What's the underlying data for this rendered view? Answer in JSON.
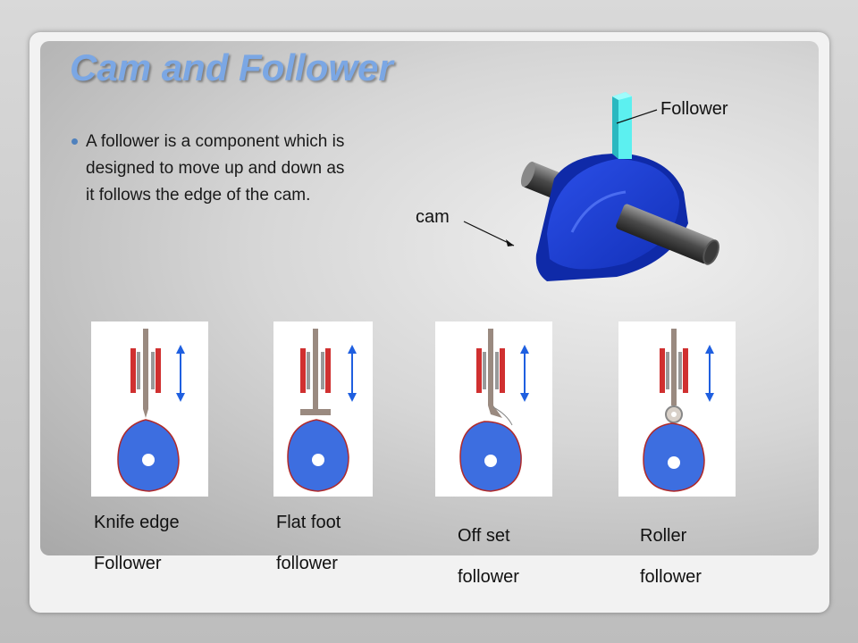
{
  "slide": {
    "title": "Cam and Follower",
    "bullet": "A follower is a component which is designed to move up and down as it follows the edge of the cam.",
    "follower_label": "Follower",
    "cam_label": "cam"
  },
  "types": [
    {
      "line1": "Knife edge",
      "line2": "Follower",
      "icon": "knife-edge-follower-icon"
    },
    {
      "line1": "Flat foot",
      "line2": "follower",
      "icon": "flat-foot-follower-icon"
    },
    {
      "line1": "Off set",
      "line2": "follower",
      "icon": "offset-follower-icon"
    },
    {
      "line1": "Roller",
      "line2": "follower",
      "icon": "roller-follower-icon"
    }
  ],
  "colors": {
    "title": "#7ba7e4",
    "cam_blue": "#3d6ee0",
    "cam_3d_blue": "#1f3fd6",
    "follower_cyan": "#3fe0e0",
    "arrow_blue": "#1f5fe0",
    "guide_red": "#d62020"
  }
}
